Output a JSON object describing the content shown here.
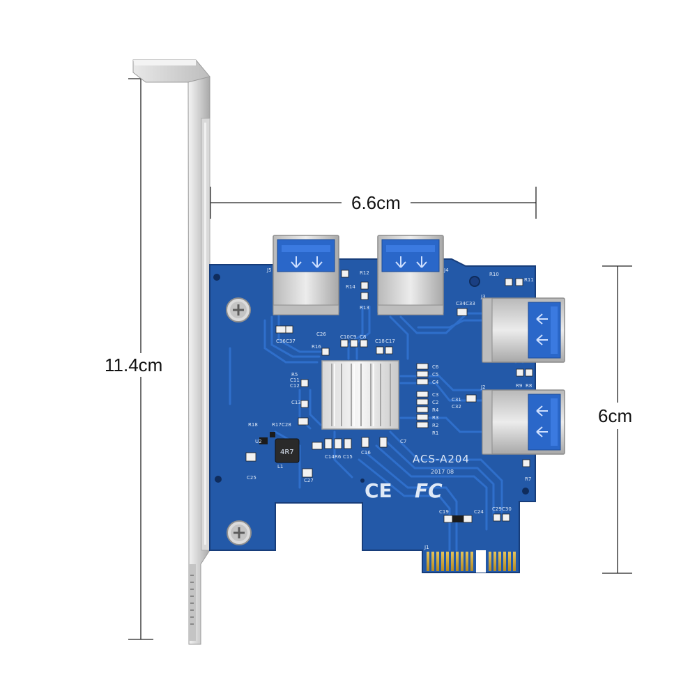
{
  "dimensions": {
    "height_total": "11.4cm",
    "width_board": "6.6cm",
    "height_board": "6cm"
  },
  "board": {
    "model": "ACS-A204",
    "date_code": "2017 08",
    "marks": {
      "ce": "CE",
      "fcc": "FC"
    },
    "connector_labels": {
      "j1": "J1",
      "j2": "J2",
      "j3": "J3",
      "j4": "J4",
      "j5": "J5"
    },
    "inductor_code": "4R7",
    "component_labels": [
      "C36",
      "C37",
      "C26",
      "R16",
      "R5",
      "C11",
      "C12",
      "C13",
      "R18",
      "R17",
      "C28",
      "U2",
      "L1",
      "C25",
      "C27",
      "R12",
      "R14",
      "R13",
      "C10",
      "C9",
      "C8",
      "C6",
      "C5",
      "C4",
      "C3",
      "C2",
      "R4",
      "R3",
      "R2",
      "R1",
      "C34",
      "C33",
      "R10",
      "R11",
      "R9",
      "R8",
      "C31",
      "C32",
      "R7",
      "C19",
      "C24",
      "C29",
      "C30",
      "C14",
      "R6",
      "C15",
      "C7",
      "C16",
      "C18",
      "C17"
    ],
    "colors": {
      "pcb": "#2359a8",
      "pcb_dark": "#183f7e",
      "trace": "#2d6bc2",
      "silkscreen": "#dfe9f7",
      "bracket": "#c9c9c9",
      "gold": "#c9a23a",
      "usb_plastic": "#2a67c9"
    }
  },
  "icons": [
    "mounting-screw-icon",
    "usb-trident-icon",
    "ce-mark-icon",
    "fcc-mark-icon"
  ]
}
